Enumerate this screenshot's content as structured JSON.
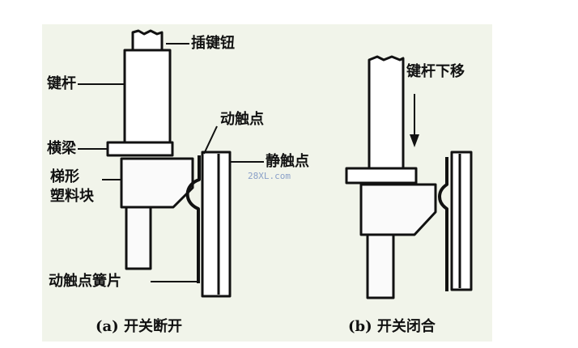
{
  "labels": {
    "button": "插键钮",
    "stem": "键杆",
    "moving_contact": "动触点",
    "crossbeam": "横梁",
    "static_contact": "静触点",
    "trapezoid_block_line1": "梯形",
    "trapezoid_block_line2": "塑料块",
    "spring_leaf": "动触点簧片",
    "stem_down": "键杆下移"
  },
  "captions": {
    "open": "(a) 开关断开",
    "closed": "(b) 开关闭合"
  },
  "watermark": "28XL.com"
}
